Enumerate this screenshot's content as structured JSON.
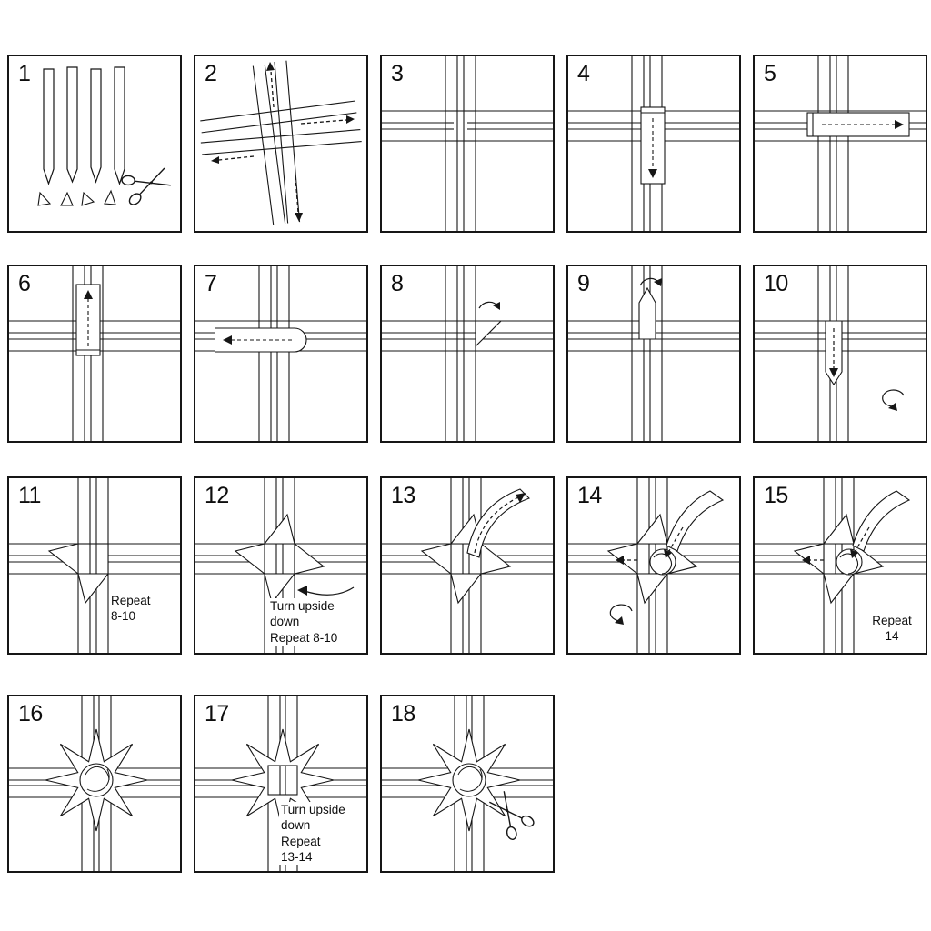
{
  "colors": {
    "line": "#161616",
    "background": "#ffffff"
  },
  "icons": {
    "scissors-icon": "✂"
  },
  "steps": [
    {
      "number": "1"
    },
    {
      "number": "2"
    },
    {
      "number": "3"
    },
    {
      "number": "4"
    },
    {
      "number": "5"
    },
    {
      "number": "6"
    },
    {
      "number": "7"
    },
    {
      "number": "8"
    },
    {
      "number": "9"
    },
    {
      "number": "10"
    },
    {
      "number": "11",
      "note": "Repeat\n8-10"
    },
    {
      "number": "12",
      "note": "Turn upside\ndown\nRepeat 8-10"
    },
    {
      "number": "13"
    },
    {
      "number": "14"
    },
    {
      "number": "15",
      "note": "Repeat\n14"
    },
    {
      "number": "16"
    },
    {
      "number": "17",
      "note": "Turn upside\ndown\nRepeat\n13-14"
    },
    {
      "number": "18"
    }
  ]
}
